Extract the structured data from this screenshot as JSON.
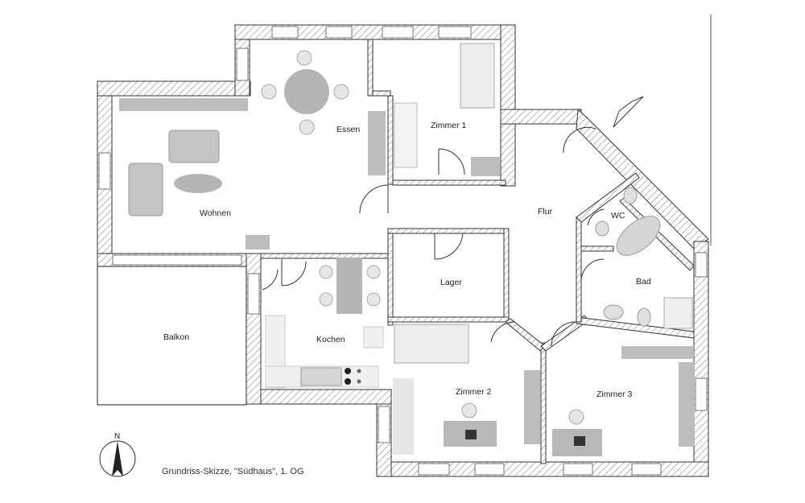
{
  "plan": {
    "rooms": {
      "essen": "Essen",
      "zimmer1": "Zimmer 1",
      "wohnen": "Wohnen",
      "flur": "Flur",
      "wc": "WC",
      "lager": "Lager",
      "bad": "Bad",
      "balkon": "Balkon",
      "kochen": "Kochen",
      "zimmer2": "Zimmer 2",
      "zimmer3": "Zimmer 3"
    },
    "caption": "Grundriss-Skizze, \"Südhaus\", 1. OG",
    "compass": {
      "north_letter": "N"
    },
    "colors": {
      "wall_hatch": "#b0b0b0",
      "furniture": "#bdbdbd",
      "furniture_light": "#e4e4e4",
      "line": "#333333"
    }
  }
}
